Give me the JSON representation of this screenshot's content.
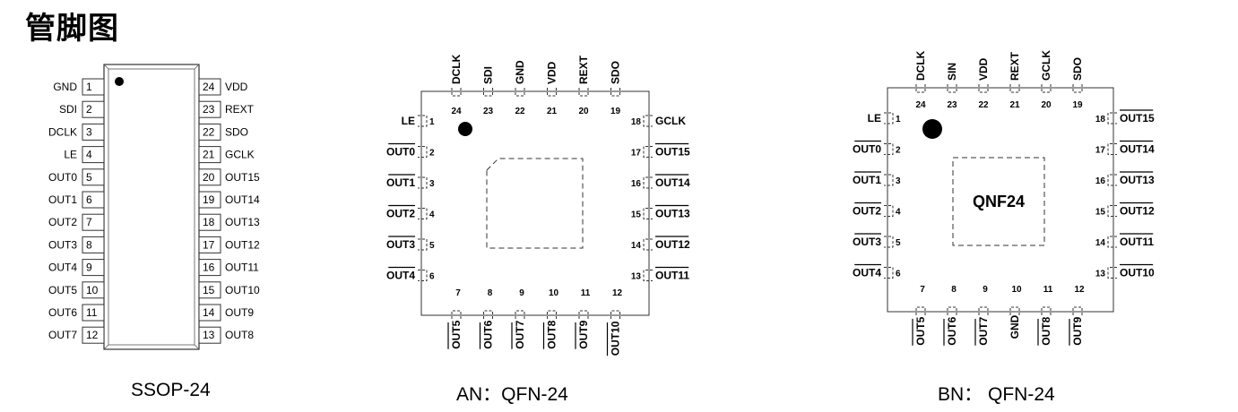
{
  "title": "管脚图",
  "captions": {
    "ssop": "SSOP-24",
    "an": "AN：QFN-24",
    "bn": "BN：  QFN-24"
  },
  "ssop": {
    "left": [
      {
        "num": "1",
        "name": "GND"
      },
      {
        "num": "2",
        "name": "SDI"
      },
      {
        "num": "3",
        "name": "DCLK"
      },
      {
        "num": "4",
        "name": "LE"
      },
      {
        "num": "5",
        "name": "OUT0"
      },
      {
        "num": "6",
        "name": "OUT1"
      },
      {
        "num": "7",
        "name": "OUT2"
      },
      {
        "num": "8",
        "name": "OUT3"
      },
      {
        "num": "9",
        "name": "OUT4"
      },
      {
        "num": "10",
        "name": "OUT5"
      },
      {
        "num": "11",
        "name": "OUT6"
      },
      {
        "num": "12",
        "name": "OUT7"
      }
    ],
    "right": [
      {
        "num": "24",
        "name": "VDD"
      },
      {
        "num": "23",
        "name": "REXT"
      },
      {
        "num": "22",
        "name": "SDO"
      },
      {
        "num": "21",
        "name": "GCLK"
      },
      {
        "num": "20",
        "name": "OUT15"
      },
      {
        "num": "19",
        "name": "OUT14"
      },
      {
        "num": "18",
        "name": "OUT13"
      },
      {
        "num": "17",
        "name": "OUT12"
      },
      {
        "num": "16",
        "name": "OUT11"
      },
      {
        "num": "15",
        "name": "OUT10"
      },
      {
        "num": "14",
        "name": "OUT9"
      },
      {
        "num": "13",
        "name": "OUT8"
      }
    ]
  },
  "an": {
    "top": [
      {
        "num": "24",
        "name": "DCLK"
      },
      {
        "num": "23",
        "name": "SDI"
      },
      {
        "num": "22",
        "name": "GND"
      },
      {
        "num": "21",
        "name": "VDD"
      },
      {
        "num": "20",
        "name": "REXT"
      },
      {
        "num": "19",
        "name": "SDO"
      }
    ],
    "left": [
      {
        "num": "1",
        "name": "LE",
        "bar": false
      },
      {
        "num": "2",
        "name": "OUT0",
        "bar": true
      },
      {
        "num": "3",
        "name": "OUT1",
        "bar": true
      },
      {
        "num": "4",
        "name": "OUT2",
        "bar": true
      },
      {
        "num": "5",
        "name": "OUT3",
        "bar": true
      },
      {
        "num": "6",
        "name": "OUT4",
        "bar": true
      }
    ],
    "bottom": [
      {
        "num": "7",
        "name": "OUT5"
      },
      {
        "num": "8",
        "name": "OUT6"
      },
      {
        "num": "9",
        "name": "OUT7"
      },
      {
        "num": "10",
        "name": "OUT8"
      },
      {
        "num": "11",
        "name": "OUT9"
      },
      {
        "num": "12",
        "name": "OUT10"
      }
    ],
    "right": [
      {
        "num": "18",
        "name": "GCLK",
        "bar": false
      },
      {
        "num": "17",
        "name": "OUT15",
        "bar": true
      },
      {
        "num": "16",
        "name": "OUT14",
        "bar": true
      },
      {
        "num": "15",
        "name": "OUT13",
        "bar": true
      },
      {
        "num": "14",
        "name": "OUT12",
        "bar": true
      },
      {
        "num": "13",
        "name": "OUT11",
        "bar": true
      }
    ]
  },
  "bn": {
    "package_label": "QNF24",
    "top": [
      {
        "num": "24",
        "name": "DCLK"
      },
      {
        "num": "23",
        "name": "SIN"
      },
      {
        "num": "22",
        "name": "VDD"
      },
      {
        "num": "21",
        "name": "REXT"
      },
      {
        "num": "20",
        "name": "GCLK"
      },
      {
        "num": "19",
        "name": "SDO"
      }
    ],
    "left": [
      {
        "num": "1",
        "name": "LE",
        "bar": false
      },
      {
        "num": "2",
        "name": "OUT0",
        "bar": true
      },
      {
        "num": "3",
        "name": "OUT1",
        "bar": true
      },
      {
        "num": "4",
        "name": "OUT2",
        "bar": true
      },
      {
        "num": "5",
        "name": "OUT3",
        "bar": true
      },
      {
        "num": "6",
        "name": "OUT4",
        "bar": true
      }
    ],
    "bottom": [
      {
        "num": "7",
        "name": "OUT5",
        "bar": true
      },
      {
        "num": "8",
        "name": "OUT6",
        "bar": true
      },
      {
        "num": "9",
        "name": "OUT7",
        "bar": true
      },
      {
        "num": "10",
        "name": "GND",
        "bar": false
      },
      {
        "num": "11",
        "name": "OUT8",
        "bar": true
      },
      {
        "num": "12",
        "name": "OUT9",
        "bar": true
      }
    ],
    "right": [
      {
        "num": "18",
        "name": "OUT15",
        "bar": true
      },
      {
        "num": "17",
        "name": "OUT14",
        "bar": true
      },
      {
        "num": "16",
        "name": "OUT13",
        "bar": true
      },
      {
        "num": "15",
        "name": "OUT12",
        "bar": true
      },
      {
        "num": "14",
        "name": "OUT11",
        "bar": true
      },
      {
        "num": "13",
        "name": "OUT10",
        "bar": true
      }
    ]
  }
}
